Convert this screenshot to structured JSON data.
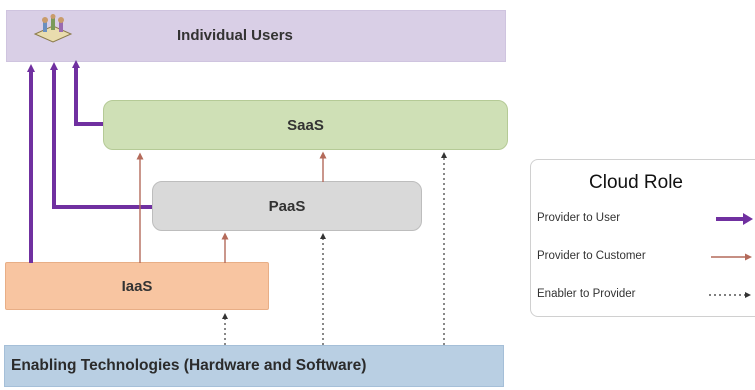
{
  "title": "Cloud Role",
  "layers": {
    "users": "Individual Users",
    "saas": "SaaS",
    "paas": "PaaS",
    "iaas": "IaaS",
    "enabling": "Enabling Technologies (Hardware and Software)"
  },
  "legend": {
    "title": "Cloud Role",
    "items": [
      {
        "label": "Provider to User",
        "style": "thick-solid",
        "color": "#7030a0"
      },
      {
        "label": "Provider to Customer",
        "style": "thin-solid",
        "color": "#b46a5a"
      },
      {
        "label": "Enabler to Provider",
        "style": "dotted",
        "color": "#555555"
      }
    ]
  },
  "colors": {
    "users": "#d9cfe6",
    "saas": "#cfe0b6",
    "paas": "#d9d9d9",
    "iaas": "#f8c5a1",
    "enabling": "#b9cfe3",
    "provider_to_user": "#7030a0",
    "provider_to_customer": "#b46a5a",
    "enabler_to_provider": "#555555"
  },
  "icons": {
    "users": "users-group-icon"
  }
}
